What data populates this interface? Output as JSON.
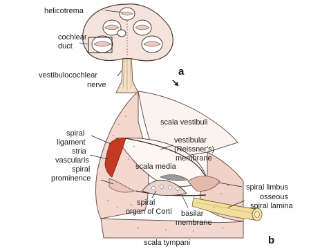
{
  "panel_a": {
    "panel_letter": "a",
    "labels": {
      "helicotrema": "helicotrema",
      "cochlear_duct_1": "cochlear",
      "cochlear_duct_2": "duct",
      "nerve_1": "vestibulocochlear",
      "nerve_2": "nerve"
    }
  },
  "panel_b": {
    "panel_letter": "b",
    "labels": {
      "scala_vestibuli": "scala vestibuli",
      "spiral_ligament_1": "spiral",
      "spiral_ligament_2": "ligament",
      "stria_1": "stria",
      "stria_2": "vascularis",
      "spiral_prom_1": "spiral",
      "spiral_prom_2": "prominence",
      "vestibular_1": "vestibular",
      "vestibular_2": "(Reissner's)",
      "vestibular_3": "membrane",
      "scala_media": "scala media",
      "spiral_limbus": "spiral limbus",
      "osseous_1": "osseous",
      "osseous_2": "spiral lamina",
      "corti_1": "spiral",
      "corti_2": "organ of Corti",
      "basilar_1": "basilar",
      "basilar_2": "membrane",
      "scala_tympani": "scala tympani"
    }
  },
  "colors": {
    "bone": "#f3d8d0",
    "bone_dark": "#e6b9ad",
    "stria": "#c43a22",
    "nerve": "#f1dfa0",
    "ink": "#1a1a1a"
  }
}
